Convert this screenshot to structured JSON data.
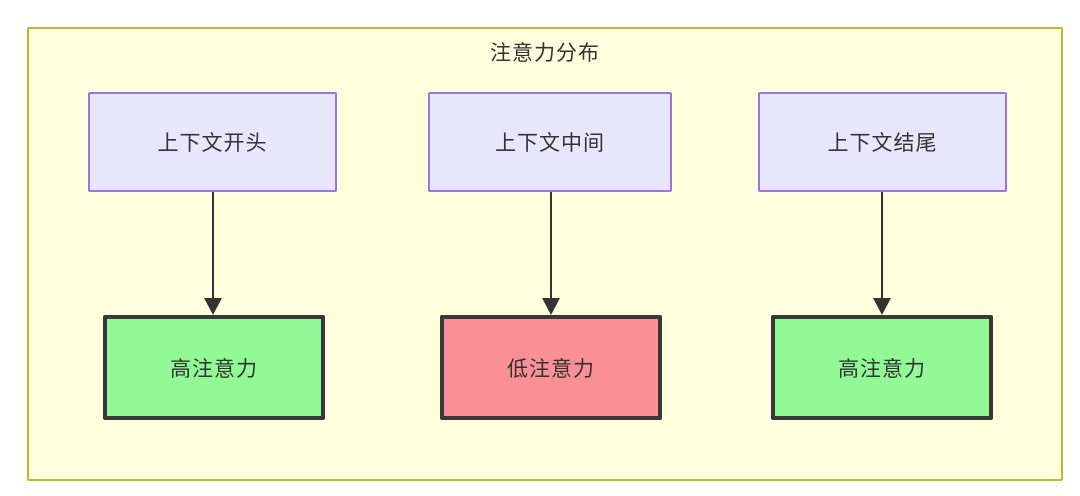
{
  "diagram": {
    "title": "注意力分布",
    "background_color": "#ffffff",
    "cluster": {
      "fill": "#ffffde",
      "border": "#bdb837"
    },
    "palette": {
      "context_fill": "#e8e6fd",
      "context_border": "#9a74e0",
      "high_attention_fill": "#91fa96",
      "low_attention_fill": "#fa9096",
      "node_border": "#383838",
      "edge": "#333333",
      "text": "#333333"
    },
    "nodes": {
      "context_start": "上下文开头",
      "context_middle": "上下文中间",
      "context_end": "上下文结尾",
      "attention_start": "高注意力",
      "attention_middle": "低注意力",
      "attention_end": "高注意力"
    },
    "edges": [
      {
        "from": "上下文开头",
        "to": "高注意力",
        "label": ""
      },
      {
        "from": "上下文中间",
        "to": "低注意力",
        "label": ""
      },
      {
        "from": "上下文结尾",
        "to": "高注意力",
        "label": ""
      }
    ]
  }
}
